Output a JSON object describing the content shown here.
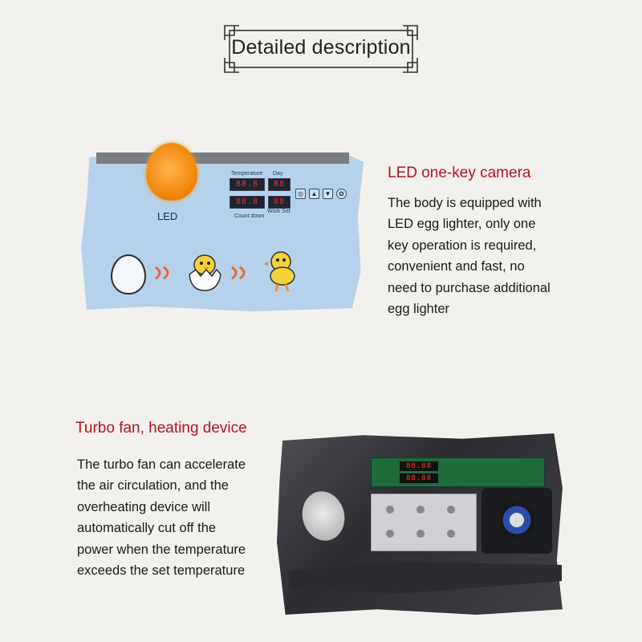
{
  "header": {
    "title": "Detailed description"
  },
  "section_led": {
    "heading": "LED one-key camera",
    "lines": [
      "The body is equipped with",
      "LED egg lighter, only one",
      "key operation is required,",
      "convenient and fast, no",
      "need to purchase additional",
      "egg lighter"
    ],
    "panel": {
      "led_label": "LED",
      "temperature_label": "Temperature",
      "day_label": "Day",
      "countdown_label": "Count down",
      "work_set_label": "Work Set",
      "temp_display": "88.8",
      "day_display": "88",
      "count_display": "88.8",
      "count_display_2": "88"
    }
  },
  "section_fan": {
    "heading": "Turbo fan, heating device",
    "lines": [
      "The turbo fan can accelerate",
      "the air circulation, and the",
      "overheating device will",
      "automatically cut off the",
      "power when the temperature",
      "exceeds the set temperature"
    ],
    "photo": {
      "pcb_display_1": "88.88",
      "pcb_display_2": "88.88"
    }
  },
  "colors": {
    "heading_red": "#b3151c",
    "panel_blue": "#b6d2ea",
    "background": "#f3f1ee"
  }
}
